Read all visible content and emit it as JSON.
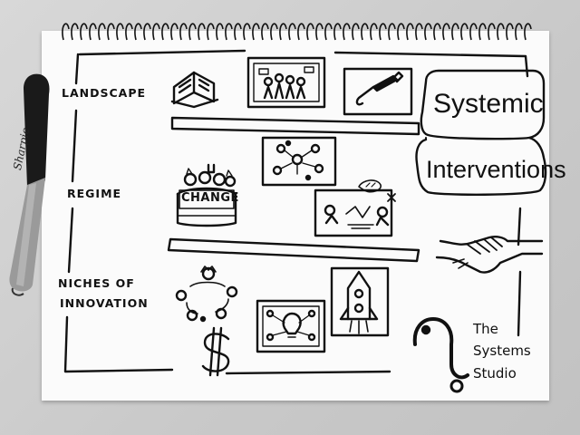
{
  "labels": {
    "landscape": "LANDSCAPE",
    "regime": "REGIME",
    "niches_line1": "NICHES OF",
    "niches_line2": "INNOVATION"
  },
  "title": {
    "line1": "Systemic",
    "line2": "Interventions"
  },
  "change_sign": "CHANGE",
  "studio": {
    "line1": "The",
    "line2": "Systems",
    "line3": "Studio"
  },
  "marker_brand": "Sharpie",
  "icons": [
    "book-icon",
    "protest-crowd-icon",
    "paintbrush-icon",
    "network-people-icon",
    "change-cake-icon",
    "collaboration-whiteboard-icon",
    "handshake-icon",
    "circle-of-people-icon",
    "dollar-icon",
    "lightbulb-network-icon",
    "rocket-icon",
    "systems-studio-logo-icon"
  ],
  "colors": {
    "ink": "#111111",
    "paper": "#fbfbfb",
    "background": "#cfcfcf"
  }
}
